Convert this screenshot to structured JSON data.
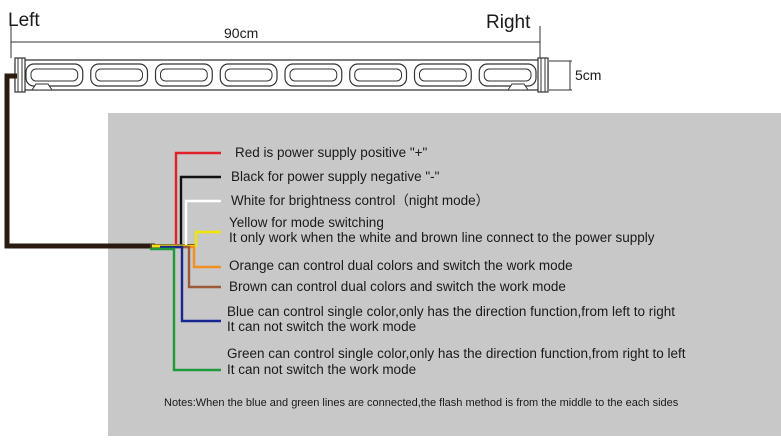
{
  "labels": {
    "left": "Left",
    "right": "Right",
    "length": "90cm",
    "height": "5cm"
  },
  "lightbar": {
    "module_count": 8
  },
  "wires": [
    {
      "color_name": "red",
      "hex": "#e0202a",
      "lines": [
        "Red is power supply positive \"+\""
      ]
    },
    {
      "color_name": "black",
      "hex": "#111111",
      "lines": [
        "Black for power supply negative \"-\""
      ]
    },
    {
      "color_name": "white",
      "hex": "#ffffff",
      "lines": [
        "White  for  brightness control（night  mode）"
      ]
    },
    {
      "color_name": "yellow",
      "hex": "#f2e600",
      "lines": [
        "Yellow for mode switching",
        "It only work when the white and brown line connect to the power supply"
      ]
    },
    {
      "color_name": "orange",
      "hex": "#f0901e",
      "lines": [
        "Orange can control dual colors and switch the work mode"
      ]
    },
    {
      "color_name": "brown",
      "hex": "#9b5a3a",
      "lines": [
        "Brown can control dual colors and switch the work mode"
      ]
    },
    {
      "color_name": "blue",
      "hex": "#1a2690",
      "lines": [
        "Blue can control single color,only has the direction function,from left to right",
        "It can not switch the work mode"
      ]
    },
    {
      "color_name": "green",
      "hex": "#1e9a3c",
      "lines": [
        "Green can control single color,only has the direction function,from right to left",
        "It can not switch the work mode"
      ]
    }
  ],
  "notes": "Notes:When the blue and green lines are connected,the flash method is from the middle to the each sides",
  "colors": {
    "panel": "#c8c8c8",
    "cable": "#2a1a10",
    "outline": "#333333"
  }
}
